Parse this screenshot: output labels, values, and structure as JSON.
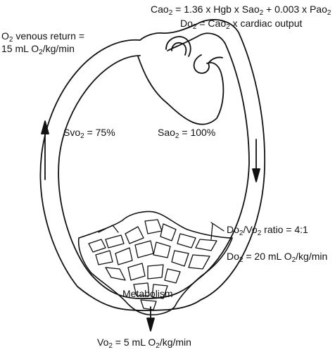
{
  "formulas": {
    "cao2": {
      "a": "Cao",
      "b": " = 1.36 x Hgb x Sao",
      "c": " + 0.003 x Pao",
      "sub": "2"
    },
    "do2": {
      "a": "Do",
      "b": " = Cao",
      "c": " x cardiac output",
      "sub": "2"
    }
  },
  "venous_return": {
    "line1": {
      "a": "O",
      "b": " venous return =",
      "sub": "2"
    },
    "line2": {
      "a": "15 mL O",
      "b": "/kg/min",
      "sub": "2"
    }
  },
  "svo2": {
    "a": "Svo",
    "b": " = 75%",
    "sub": "2"
  },
  "sao2": {
    "a": "Sao",
    "b": " = 100%",
    "sub": "2"
  },
  "ratio": {
    "a": "Do",
    "b": "/Vo",
    "c": " ratio = 4:1",
    "sub": "2"
  },
  "delivery": {
    "a": "Do",
    "b": " = 20 mL O",
    "c": "/kg/min",
    "sub": "2"
  },
  "metabolism": "Metabolism",
  "consumption": {
    "a": "Vo",
    "b": " = 5 mL O",
    "c": "/kg/min",
    "sub": "2"
  }
}
